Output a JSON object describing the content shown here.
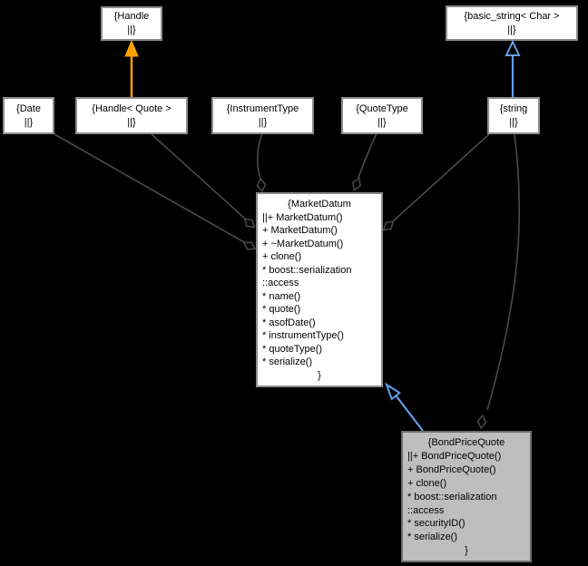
{
  "diagram": {
    "type": "uml-collaboration-graph",
    "colors": {
      "background": "#000000",
      "node_fill": "#FFFFFF",
      "node_border": "#8D8D8D",
      "focus_node_fill": "#BEBEBE",
      "focus_node_border": "#6E6E6E",
      "text": "#000000",
      "inheritance_arrow": "#5E9FE8",
      "template_relation_arrow": "#FFA000",
      "aggregation_edge": "#4A4A4A"
    },
    "nodes": {
      "handle": {
        "lines": [
          "{Handle",
          "||}"
        ]
      },
      "basic_string": {
        "lines": [
          "{basic_string< Char >",
          "||}"
        ]
      },
      "date": {
        "lines": [
          "{Date",
          "||}"
        ]
      },
      "handle_quote": {
        "lines": [
          "{Handle< Quote >",
          "||}"
        ]
      },
      "instrument_type": {
        "lines": [
          "{InstrumentType",
          "||}"
        ]
      },
      "quote_type": {
        "lines": [
          "{QuoteType",
          "||}"
        ]
      },
      "string": {
        "lines": [
          "{string",
          "||}"
        ]
      },
      "market_datum": {
        "lines": [
          "{MarketDatum",
          "||+ MarketDatum()",
          "+ MarketDatum()",
          "+ ~MarketDatum()",
          "+ clone()",
          "* boost::serialization",
          "::access",
          "* name()",
          "* quote()",
          "* asofDate()",
          "* instrumentType()",
          "* quoteType()",
          "* serialize()",
          "}"
        ]
      },
      "bond_price_quote": {
        "lines": [
          "{BondPriceQuote",
          "||+ BondPriceQuote()",
          "+ BondPriceQuote()",
          "+ clone()",
          "* boost::serialization",
          "::access",
          "* securityID()",
          "* serialize()",
          "}"
        ]
      }
    },
    "edges": [
      {
        "from": "Handle< Quote >",
        "to": "Handle",
        "kind": "template-instance"
      },
      {
        "from": "string",
        "to": "basic_string< Char >",
        "kind": "inheritance"
      },
      {
        "from": "BondPriceQuote",
        "to": "MarketDatum",
        "kind": "inheritance"
      },
      {
        "from": "Date",
        "to": "MarketDatum",
        "kind": "aggregation"
      },
      {
        "from": "Handle< Quote >",
        "to": "MarketDatum",
        "kind": "aggregation"
      },
      {
        "from": "InstrumentType",
        "to": "MarketDatum",
        "kind": "aggregation"
      },
      {
        "from": "QuoteType",
        "to": "MarketDatum",
        "kind": "aggregation"
      },
      {
        "from": "string",
        "to": "MarketDatum",
        "kind": "aggregation"
      },
      {
        "from": "string",
        "to": "BondPriceQuote",
        "kind": "aggregation"
      }
    ]
  }
}
